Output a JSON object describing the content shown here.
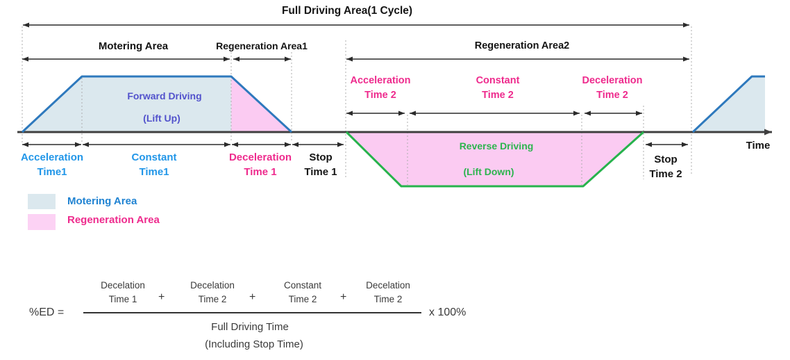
{
  "colors": {
    "motoring_fill": "#dbe8ee",
    "regeneration_fill": "#fbcbf2",
    "forward_line": "#2e79bd",
    "reverse_line": "#27b34c",
    "blue_text": "#2196e8",
    "magenta_text": "#ee2b8d",
    "indigo_text": "#5252cc",
    "green_text": "#2db44e",
    "axis_color": "#3f3f3f"
  },
  "diagram": {
    "title": "Full Driving Area(1 Cycle)",
    "time_axis_label": "Time",
    "areas": {
      "motering": "Motering Area",
      "regeneration1": "Regeneration Area1",
      "regeneration2": "Regeneration Area2"
    },
    "forward_driving": {
      "line1": "Forward Driving",
      "line2": "(Lift Up)"
    },
    "reverse_driving": {
      "line1": "Reverse Driving",
      "line2": "(Lift Down)"
    },
    "cycle1": {
      "acceleration": {
        "line1": "Acceleration",
        "line2": "Time1"
      },
      "constant": {
        "line1": "Constant",
        "line2": "Time1"
      },
      "deceleration": {
        "line1": "Deceleration",
        "line2": "Time 1"
      },
      "stop": {
        "line1": "Stop",
        "line2": "Time 1"
      }
    },
    "cycle2": {
      "acceleration": {
        "line1": "Acceleration",
        "line2": "Time 2"
      },
      "constant": {
        "line1": "Constant",
        "line2": "Time 2"
      },
      "deceleration": {
        "line1": "Deceleration",
        "line2": "Time 2"
      },
      "stop": {
        "line1": "Stop",
        "line2": "Time 2"
      }
    }
  },
  "legend": {
    "items": [
      {
        "label": "Motering Area",
        "color": "#dbe8ee"
      },
      {
        "label": "Regeneration Area",
        "color": "#fcd2f4"
      }
    ]
  },
  "formula": {
    "lhs": "%ED =",
    "terms": [
      {
        "line1": "Decelation",
        "line2": "Time 1"
      },
      {
        "line1": "Decelation",
        "line2": "Time 2"
      },
      {
        "line1": "Constant",
        "line2": "Time 2"
      },
      {
        "line1": "Decelation",
        "line2": "Time 2"
      }
    ],
    "operator": "+",
    "denominator": {
      "line1": "Full Driving Time",
      "line2": "(Including Stop Time)"
    },
    "multiplier": "x 100%"
  }
}
